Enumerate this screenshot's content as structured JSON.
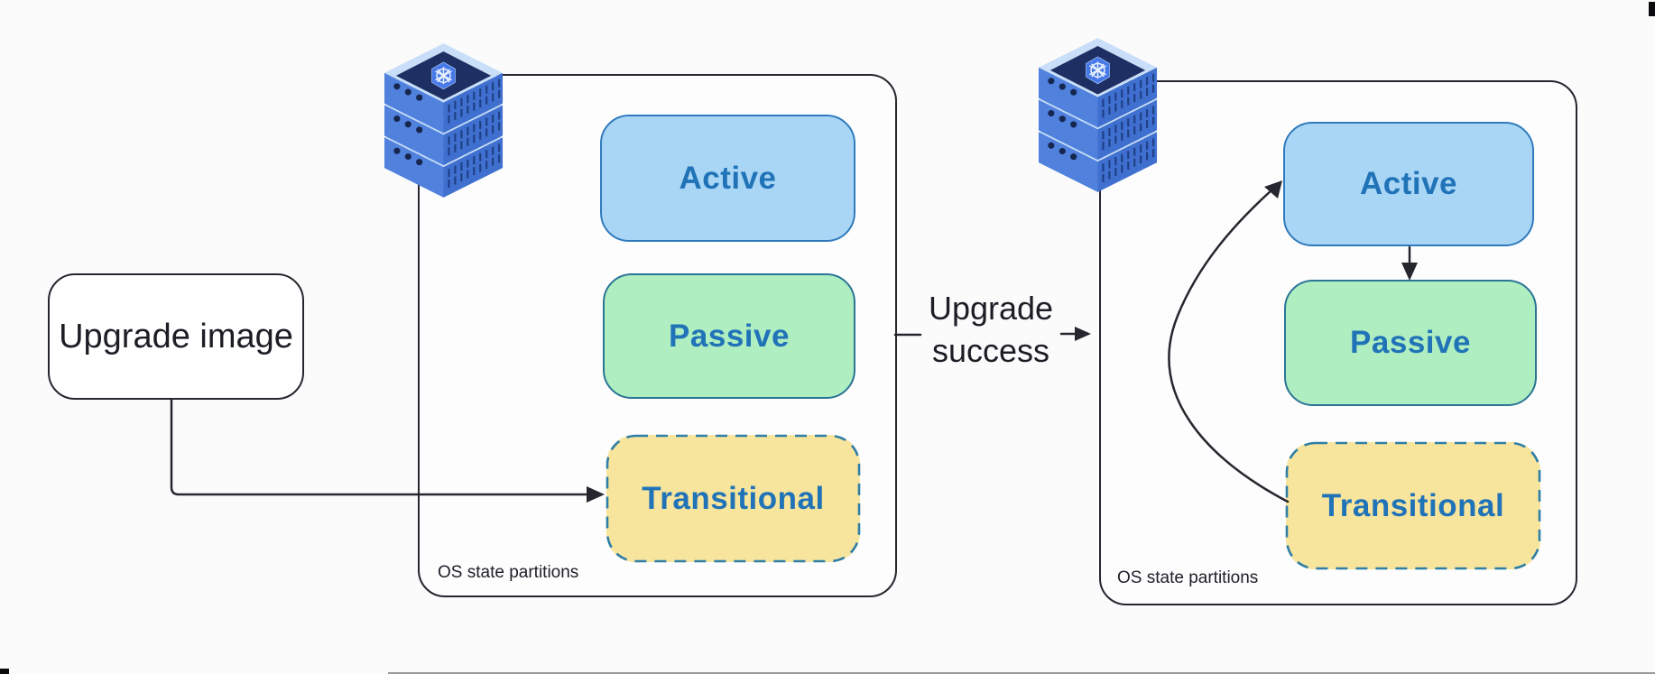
{
  "diagram": {
    "upgrade_image_node": {
      "label": "Upgrade image"
    },
    "upgrade_edge": {
      "line1": "Upgrade",
      "line2": "success"
    },
    "left_cluster": {
      "caption": "OS state partitions",
      "partitions": [
        {
          "id": "active",
          "label": "Active"
        },
        {
          "id": "passive",
          "label": "Passive"
        },
        {
          "id": "transitional",
          "label": "Transitional"
        }
      ]
    },
    "right_cluster": {
      "caption": "OS state partitions",
      "partitions": [
        {
          "id": "active",
          "label": "Active"
        },
        {
          "id": "passive",
          "label": "Passive"
        },
        {
          "id": "transitional",
          "label": "Transitional"
        }
      ]
    },
    "icons": {
      "left_server": "kubernetes-server-stack-icon",
      "right_server": "kubernetes-server-stack-icon"
    },
    "colors": {
      "active_fill": "#aad6f6",
      "active_border": "#2f7bbd",
      "passive_fill": "#afeec1",
      "passive_border": "#2b7595",
      "transitional_fill": "#f8e59d",
      "transitional_border": "#2e7ea6",
      "partition_text": "#2173b8",
      "outline": "#26262e",
      "kubernetes_blue": "#4678e8"
    }
  }
}
